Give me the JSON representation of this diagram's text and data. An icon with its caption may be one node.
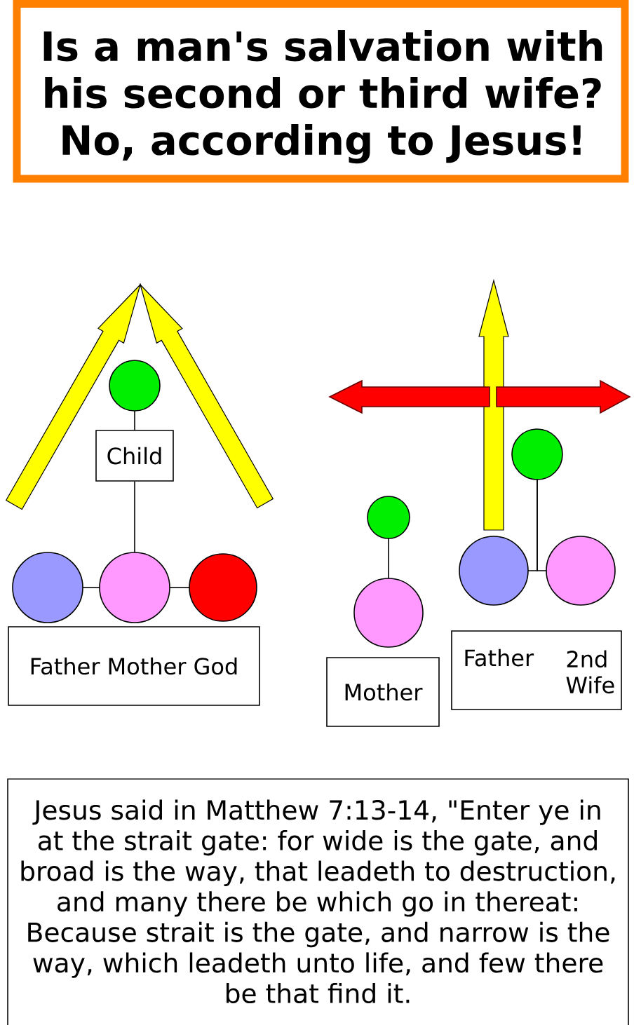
{
  "diagram": {
    "title": "Is a man's salvation with his second or third wife? No, according to Jesus!",
    "caption": "Jesus said in Matthew 7:13-14, \"Enter ye in at the strait gate: for wide is the gate, and broad is the way, that leadeth to destruction, and many there be which go in thereat: Because strait is the gate, and narrow is the way, which leadeth unto life, and few there be that find it.",
    "nodes": [
      {
        "text": [],
        "shape": "circle"
      },
      {
        "text": [
          "Child"
        ]
      },
      {
        "text": [],
        "shape": "circle"
      },
      {
        "text": [],
        "shape": "circle"
      },
      {
        "text": [],
        "shape": "circle"
      },
      {
        "text": [
          "Father Mother God"
        ]
      },
      {
        "text": [],
        "shape": "circle"
      },
      {
        "text": [],
        "shape": "circle"
      },
      {
        "text": [],
        "shape": "circle"
      },
      {
        "text": [],
        "shape": "circle"
      },
      {
        "text": [],
        "shape": "circle"
      },
      {
        "text": [
          "Mother"
        ]
      },
      {
        "text": [
          "Father",
          "2nd Wife"
        ]
      }
    ],
    "edges": [
      {
        "from": 0,
        "to": 1,
        "arrow": "none"
      },
      {
        "from": 1,
        "to": 3,
        "arrow": "none"
      },
      {
        "from": 2,
        "to": 3,
        "arrow": "none"
      },
      {
        "from": 3,
        "to": 4,
        "arrow": "none"
      },
      {
        "from": 7,
        "to": 10,
        "arrow": "none"
      },
      {
        "from": 8,
        "to": 6,
        "arrow": "none"
      },
      {
        "from": 9,
        "to": 6,
        "arrow": "none"
      },
      {
        "from": 8,
        "to": null,
        "arrow": "to",
        "style": "thick",
        "color": "#ffff00"
      }
    ]
  }
}
